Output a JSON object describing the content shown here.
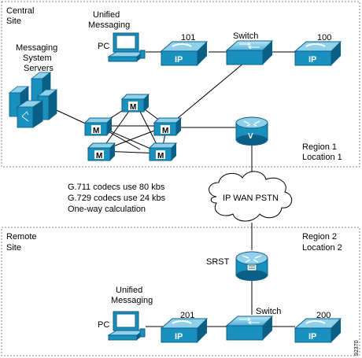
{
  "central": {
    "site_line1": "Central",
    "site_line2": "Site",
    "region_line1": "Region 1",
    "region_line2": "Location 1",
    "messaging_servers": [
      "Messaging",
      "System",
      "Servers"
    ],
    "unified_messaging": [
      "Unified",
      "Messaging"
    ],
    "pc_label": "PC",
    "phone_a": "101",
    "phone_b": "100",
    "switch_label": "Switch"
  },
  "wan": {
    "cloud_label": "IP WAN PSTN",
    "notes": [
      "G.711 codecs use 80 kbs",
      "G.729 codecs use 24 kbs",
      "One-way calculation"
    ]
  },
  "remote": {
    "site_line1": "Remote",
    "site_line2": "Site",
    "region_line1": "Region 2",
    "region_line2": "Location 2",
    "srst_label": "SRST",
    "unified_messaging": [
      "Unified",
      "Messaging"
    ],
    "pc_label": "PC",
    "phone_a": "201",
    "phone_b": "200",
    "switch_label": "Switch"
  },
  "glyphs": {
    "phone_ip": "IP",
    "cluster_m": "M",
    "gateway_v": "V"
  },
  "figure_id": "92370",
  "colors": {
    "device_fill": "#1a90bf",
    "device_dark": "#0b5f85",
    "device_light": "#8fd0ea",
    "border": "#888888"
  }
}
